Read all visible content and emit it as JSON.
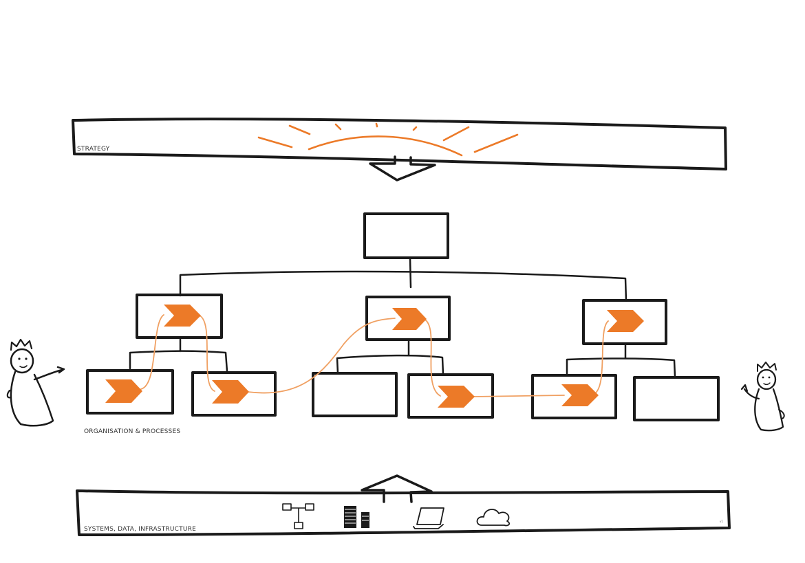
{
  "layers": {
    "strategy": {
      "label": "STRATEGY"
    },
    "organisation": {
      "label": "ORGANISATION & PROCESSES"
    },
    "systems": {
      "label": "SYSTEMS, DATA, INFRASTRUCTURE",
      "corner_mark": "v1"
    }
  },
  "icons": [
    "network-icon",
    "server-rack-icon",
    "laptop-icon",
    "cloud-icon"
  ],
  "colors": {
    "accent": "#ec7a28",
    "ink": "#1a1a1a",
    "flow": "#f0a062"
  }
}
